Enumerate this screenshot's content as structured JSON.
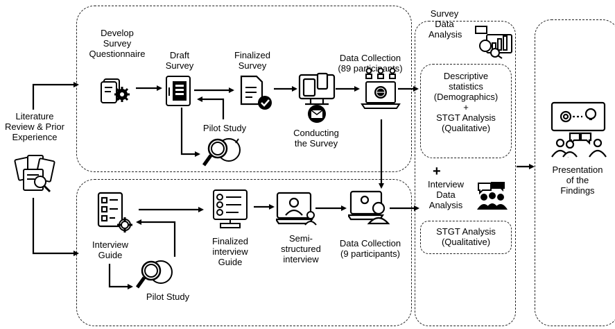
{
  "literature": {
    "line1": "Literature",
    "line2": "Review & Prior",
    "line3": "Experience"
  },
  "survey": {
    "develop": {
      "line1": "Develop",
      "line2": "Survey",
      "line3": "Questionnaire"
    },
    "draft": {
      "line1": "Draft",
      "line2": "Survey"
    },
    "finalized": {
      "line1": "Finalized",
      "line2": "Survey"
    },
    "pilot": "Pilot Study",
    "conducting": {
      "line1": "Conducting",
      "line2": "the Survey"
    },
    "collection": {
      "line1": "Data Collection",
      "line2": "(89 participants)"
    }
  },
  "interview": {
    "guide": {
      "line1": "Interview",
      "line2": "Guide"
    },
    "pilot": "Pilot Study",
    "finalized": {
      "line1": "Finalized",
      "line2": "interview",
      "line3": "Guide"
    },
    "semi": {
      "line1": "Semi-",
      "line2": "structured",
      "line3": "interview"
    },
    "collection": {
      "line1": "Data Collection",
      "line2": "(9 participants)"
    }
  },
  "analysis": {
    "survey_title": {
      "line1": "Survey",
      "line2": "Data",
      "line3": "Analysis"
    },
    "descriptive": {
      "line1": "Descriptive",
      "line2": "statistics",
      "line3": "(Demographics)",
      "plus": "+",
      "line4": "STGT Analysis",
      "line5": "(Qualitative)"
    },
    "plus": "+",
    "interview_title": {
      "line1": "Interview",
      "line2": "Data",
      "line3": "Analysis"
    },
    "stgt": {
      "line1": "STGT Analysis",
      "line2": "(Qualitative)"
    }
  },
  "presentation": {
    "line1": "Presentation",
    "line2": "of the",
    "line3": "Findings"
  }
}
